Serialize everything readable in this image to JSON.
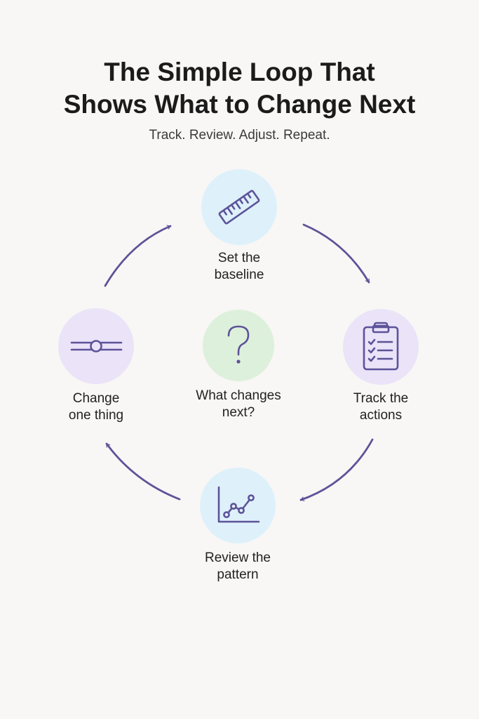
{
  "title": {
    "line1": "The Simple Loop That",
    "line2": "Shows What to Change Next"
  },
  "subtitle": "Track. Review. Adjust. Repeat.",
  "colors": {
    "background": "#f8f7f5",
    "blue_circle": "#def1fb",
    "purple_circle": "#ebe3f8",
    "green_circle": "#ddf0db",
    "icon_stroke": "#5d5399",
    "arrow": "#5d5399"
  },
  "steps": [
    {
      "icon": "ruler-icon",
      "label_line1": "Set the",
      "label_line2": "baseline"
    },
    {
      "icon": "clipboard-checklist-icon",
      "label_line1": "Track the",
      "label_line2": "actions"
    },
    {
      "icon": "line-chart-icon",
      "label_line1": "Review the",
      "label_line2": "pattern"
    },
    {
      "icon": "slider-icon",
      "label_line1": "Change",
      "label_line2": "one thing"
    }
  ],
  "center": {
    "icon": "question-mark-icon",
    "label_line1": "What changes",
    "label_line2": "next?"
  }
}
